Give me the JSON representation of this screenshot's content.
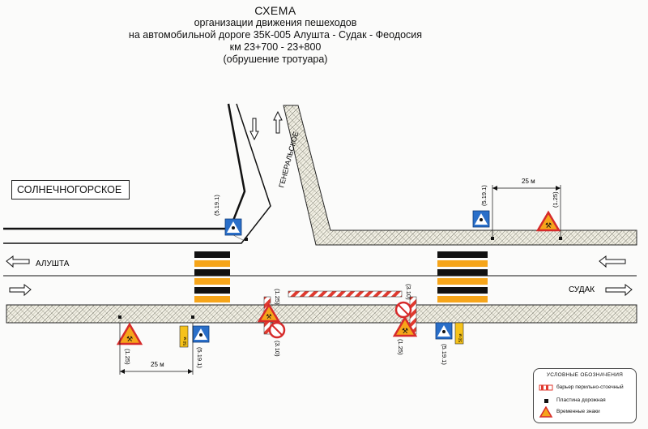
{
  "title_lines": [
    "СХЕМА",
    "организации движения пешеходов",
    "на автомобильной дороге 35К-005 Алушта - Судак - Феодосия",
    "км 23+700 - 23+800",
    "(обрушение тротуара)"
  ],
  "places": {
    "solnechnogorskoe": "СОЛНЕЧНОГОРСКОЕ",
    "generalskoe": "ГЕНЕРАЛЬСКОЕ",
    "alushta": "АЛУШТА",
    "sudak": "СУДАК"
  },
  "distances": {
    "left": "25 м",
    "right": "25 м"
  },
  "sign_codes": {
    "crosswalk": "(5.19.1)",
    "roadworks": "(1.25)",
    "no_pedestrians": "(3.10)"
  },
  "plate_text": "50 м",
  "legend": {
    "title": "УСЛОВНЫЕ ОБОЗНАЧЕНИЯ",
    "items": [
      {
        "label": "барьер перильно-стоечный"
      },
      {
        "label": "Пластина дорожная"
      },
      {
        "label": "Временные знаки"
      }
    ]
  },
  "colors": {
    "crosswalk_yellow": "#f6a51a",
    "sign_blue": "#2a6fc9",
    "sign_red": "#d62a2a",
    "barrier_red": "#e03a2f"
  }
}
